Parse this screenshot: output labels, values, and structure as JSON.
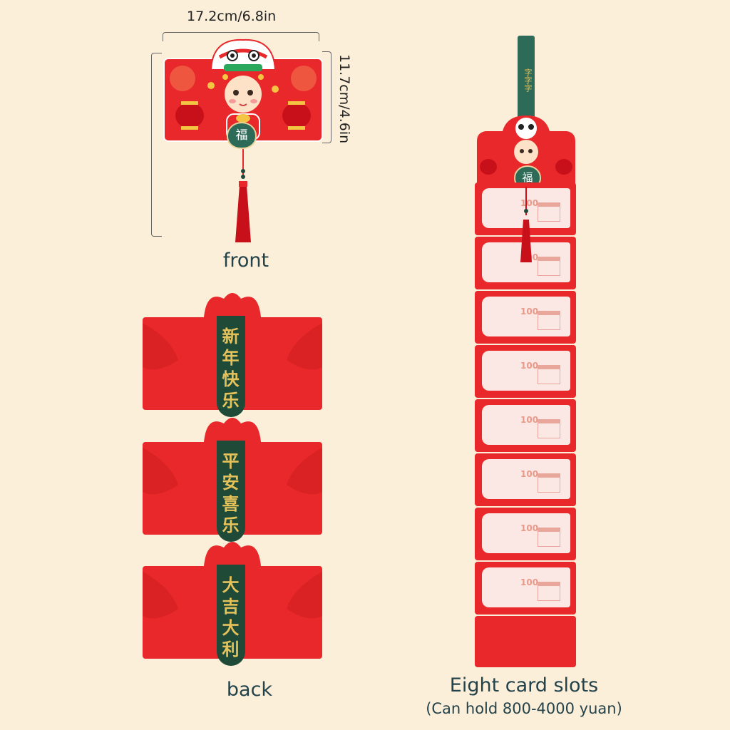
{
  "dimensions": {
    "width_label": "17.2cm/6.8in",
    "height_label": "11.7cm/4.6in"
  },
  "front": {
    "label": "front",
    "charm_text": "福"
  },
  "back": {
    "label": "back",
    "envelopes": [
      {
        "text": "新年快乐"
      },
      {
        "text": "平安喜乐"
      },
      {
        "text": "大吉大利"
      }
    ]
  },
  "hanger": {
    "strap_text": "字字字",
    "charm_text": "福",
    "note_value": "100",
    "slot_count": 8,
    "title": "Eight card slots",
    "subtitle": "(Can hold 800-4000 yuan)"
  },
  "colors": {
    "background": "#fbefd9",
    "envelope_red": "#e8282a",
    "band_green": "#1f4a38",
    "gold": "#e6c25a",
    "caption": "#24424a"
  }
}
